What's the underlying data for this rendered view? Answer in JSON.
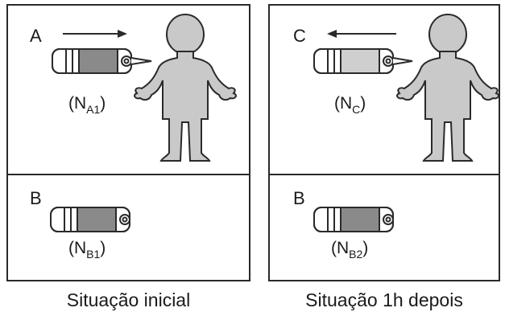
{
  "left": {
    "label_top": "A",
    "label_bottom": "B",
    "n_top": {
      "base": "N",
      "sub": "A1"
    },
    "n_bottom": {
      "base": "N",
      "sub": "B1"
    },
    "arrow_direction": "right",
    "caption": "Situação inicial"
  },
  "right": {
    "label_top": "C",
    "label_bottom": "B",
    "n_top": {
      "base": "N",
      "sub": "C"
    },
    "n_bottom": {
      "base": "N",
      "sub": "B2"
    },
    "arrow_direction": "left",
    "caption": "Situação 1h depois"
  },
  "colors": {
    "ink": "#2a2a2a",
    "figure_fill": "#c9c9c9",
    "syringe_dark": "#8a8a8a",
    "syringe_light": "#d4d4d4",
    "syringe_light_right": "#cfcfcf"
  }
}
